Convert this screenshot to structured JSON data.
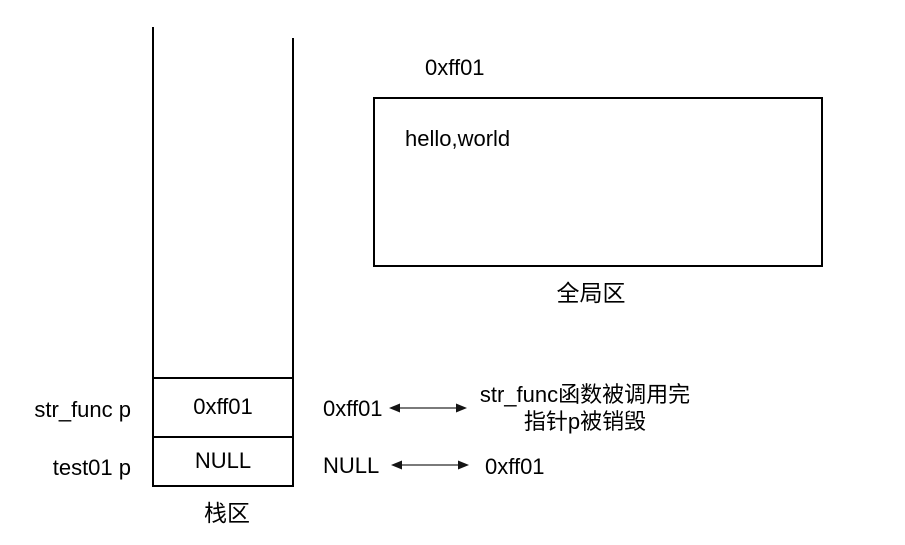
{
  "stack": {
    "region_label": "栈区",
    "rows": [
      {
        "label": "str_func p",
        "value": "0xff01"
      },
      {
        "label": "test01 p",
        "value": "NULL"
      }
    ]
  },
  "global_region": {
    "address_label": "0xff01",
    "content": "hello,world",
    "region_label": "全局区"
  },
  "pointer_notes": {
    "row1_value": "0xff01",
    "row1_note_line1": "str_func函数被调用完",
    "row1_note_line2": "指针p被销毁",
    "row2_value": "NULL",
    "row2_target": "0xff01"
  },
  "colors": {
    "stroke": "#000000",
    "arrow_shaft": "#7a7a7a",
    "arrow_head": "#141414",
    "background": "#ffffff"
  }
}
